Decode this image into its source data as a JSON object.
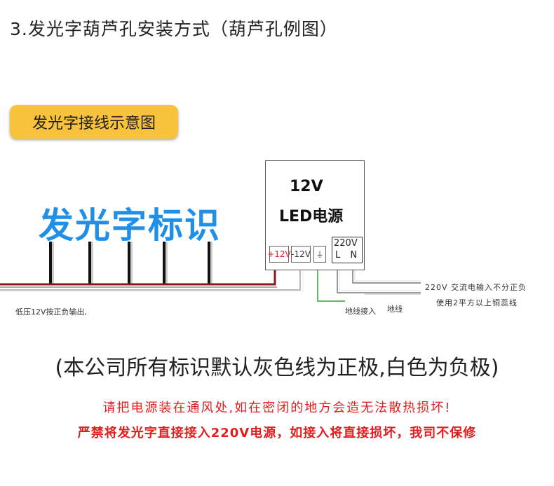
{
  "section_title": "3.发光字葫芦孔安装方式（葫芦孔例图）",
  "diagram_badge": "发光字接线示意图",
  "sign_label": "发光字标识",
  "psu": {
    "voltage": "12V",
    "name": "LED电源",
    "terminal_pos": "+12V",
    "terminal_neg": "-12V",
    "terminal_ground": "⏚",
    "terminal_ac": "220V",
    "terminal_ln": "L N"
  },
  "notes": {
    "ac_line1": "220V 交流电输入不分正负",
    "ac_line2": "使用2平方以上铜蕊线",
    "ground_connect": "地线接入",
    "ground": "地线",
    "low_voltage": "低压12V按正负输出,"
  },
  "color_note": "(本公司所有标识默认灰色线为正极,白色为负极)",
  "warnings": {
    "line1": "请把电源装在通风处,如在密闭的地方会造无法散热损坏!",
    "line2": "严禁将发光字直接接入220V电源，如接入将直接损坏，我司不保修"
  },
  "colors": {
    "badge": "#f8c33a",
    "sign_text": "#1f8fe8",
    "warning": "#e02020",
    "positive_wire": "#8a1a1a",
    "ground_wire": "#5fbf5f"
  }
}
